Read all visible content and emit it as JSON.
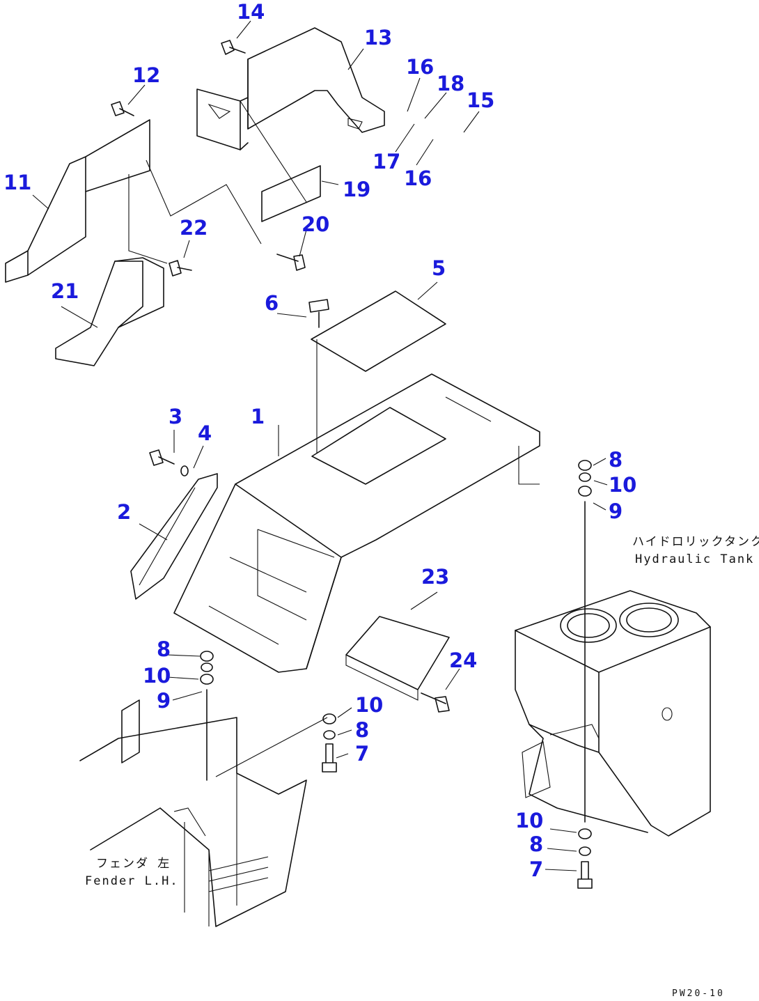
{
  "diagram": {
    "callouts": [
      {
        "id": "c1",
        "label": "1"
      },
      {
        "id": "c2",
        "label": "2"
      },
      {
        "id": "c3",
        "label": "3"
      },
      {
        "id": "c4",
        "label": "4"
      },
      {
        "id": "c5",
        "label": "5"
      },
      {
        "id": "c6",
        "label": "6"
      },
      {
        "id": "c7a",
        "label": "7"
      },
      {
        "id": "c7b",
        "label": "7"
      },
      {
        "id": "c8a",
        "label": "8"
      },
      {
        "id": "c8b",
        "label": "8"
      },
      {
        "id": "c8c",
        "label": "8"
      },
      {
        "id": "c8d",
        "label": "8"
      },
      {
        "id": "c9a",
        "label": "9"
      },
      {
        "id": "c9b",
        "label": "9"
      },
      {
        "id": "c10a",
        "label": "10"
      },
      {
        "id": "c10b",
        "label": "10"
      },
      {
        "id": "c10c",
        "label": "10"
      },
      {
        "id": "c10d",
        "label": "10"
      },
      {
        "id": "c11",
        "label": "11"
      },
      {
        "id": "c12",
        "label": "12"
      },
      {
        "id": "c13",
        "label": "13"
      },
      {
        "id": "c14",
        "label": "14"
      },
      {
        "id": "c15",
        "label": "15"
      },
      {
        "id": "c16a",
        "label": "16"
      },
      {
        "id": "c16b",
        "label": "16"
      },
      {
        "id": "c17",
        "label": "17"
      },
      {
        "id": "c18",
        "label": "18"
      },
      {
        "id": "c19",
        "label": "19"
      },
      {
        "id": "c20",
        "label": "20"
      },
      {
        "id": "c21",
        "label": "21"
      },
      {
        "id": "c22",
        "label": "22"
      },
      {
        "id": "c23",
        "label": "23"
      },
      {
        "id": "c24",
        "label": "24"
      }
    ],
    "annotations": {
      "hydraulic_tank_jp": "ハイドロリックタンク",
      "hydraulic_tank_en": "Hydraulic Tank",
      "fender_jp": "フェンダ 左",
      "fender_en": "Fender L.H."
    },
    "drawing_code": "PW20-10",
    "colors": {
      "callout": "#1a1adc",
      "line": "#111111",
      "background": "#ffffff"
    }
  }
}
